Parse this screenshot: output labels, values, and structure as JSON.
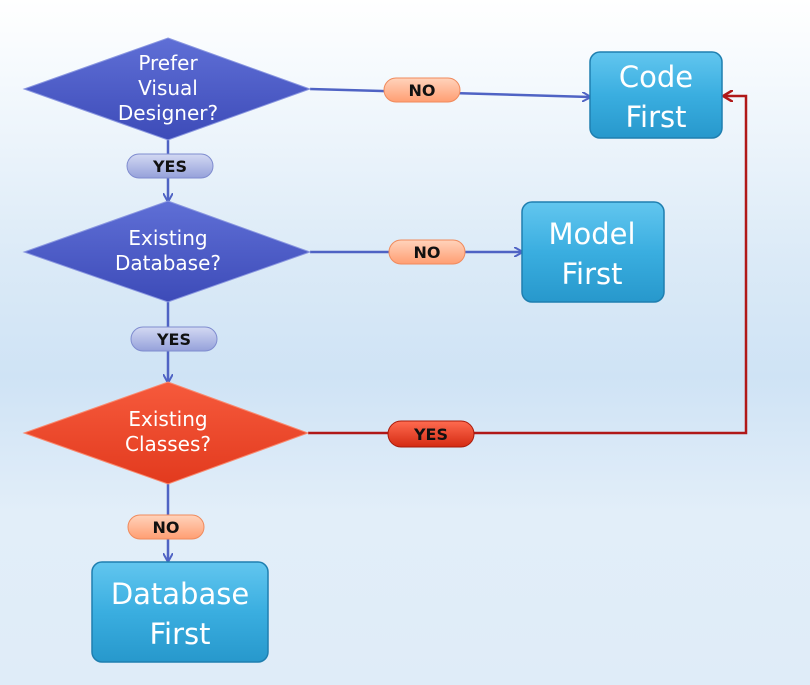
{
  "diagram": {
    "decision_prefer_visual": {
      "lines": [
        "Prefer",
        "Visual",
        "Designer?"
      ]
    },
    "decision_existing_database": {
      "lines": [
        "Existing",
        "Database?"
      ]
    },
    "decision_existing_classes": {
      "lines": [
        "Existing",
        "Classes?"
      ]
    },
    "labels": {
      "prefer_no": "NO",
      "prefer_yes": "YES",
      "database_no": "NO",
      "database_yes": "YES",
      "classes_yes": "YES",
      "classes_no": "NO"
    },
    "outcomes": {
      "code_first": [
        "Code",
        "First"
      ],
      "model_first": [
        "Model",
        "First"
      ],
      "database_first": [
        "Database",
        "First"
      ]
    },
    "colors": {
      "decision_fill": "#4a59c7",
      "decision_highlight_fill": "#f0432a",
      "outcome_fill": "#3aaee0",
      "connector": "#4f63c4",
      "highlight_connector": "#b01818",
      "pill_no": "#ffb08a",
      "pill_yes": "#a9b4e4",
      "pill_highlight": "#ee3b22"
    }
  }
}
